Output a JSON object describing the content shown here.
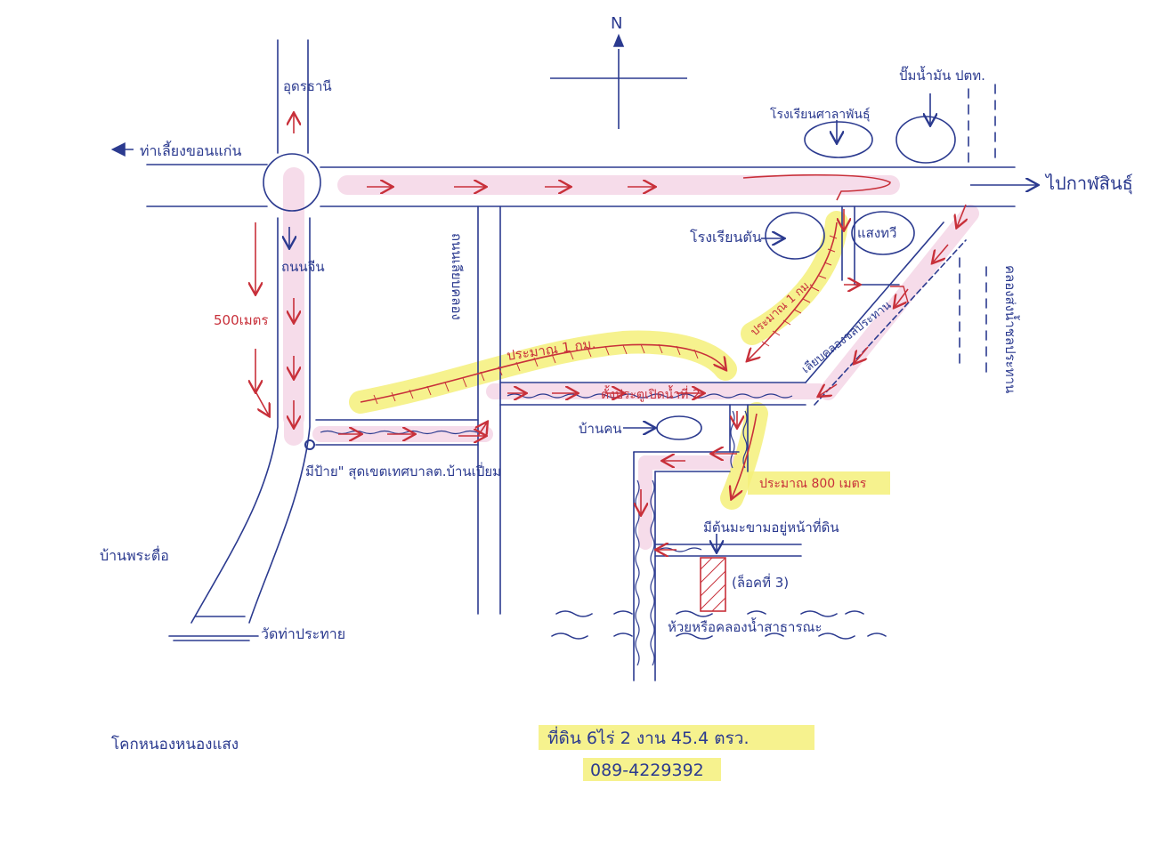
{
  "colors": {
    "paper": "#ffffff",
    "ink_blue": "#2b3a8f",
    "ink_red": "#c8303a",
    "highlight_pink": "#f6dcea",
    "highlight_yellow": "#f5f07a"
  },
  "compass": {
    "north_label": "N"
  },
  "labels": {
    "north_road": "อุดรธานี",
    "west_road": "ท่าเลี้ยงขอนแก่น",
    "east_road": "ไปกาฬสินธุ์",
    "south_road": "ถนนจีน",
    "distance_500": "500เมตร",
    "road_vertical": "ถนนเลียบคลอง",
    "school": "โรงเรียนศาลาพันธุ์",
    "hospital": "โรงเรียนตัน",
    "gas_station": "ปั๊มน้ำมัน ปตท.",
    "village_head": "แสงทวี",
    "approx_1km": "ประมาณ 1 กม.",
    "approx_1km_2": "ประมาณ 1 กม.",
    "irrigation_road": "เลียบคลองชลประทาน",
    "irrigation_canal": "คลองส่งน้ำชลประทาน",
    "gate2": "ตั้งประตูเปิดน้ำที่ 2",
    "house": "บ้านคน",
    "approx_800m": "ประมาณ 800 เมตร",
    "sign": "มีป้าย\" สุดเขตเทศบาลต.บ้านเปี่ยม",
    "tree_note": "มีต้นมะขามอยู่หน้าที่ดิน",
    "plot": "(ล็อคที่ 3)",
    "stream": "ห้วยหรือคลองน้ำสาธารณะ",
    "village_west": "บ้านพระตื่อ",
    "temple": "วัดท่าประทาย",
    "bottom_left": "โคกหนองหนองแสง",
    "land_size": "ที่ดิน 6ไร่ 2 งาน 45.4 ตรว.",
    "phone": "089-4229392"
  }
}
